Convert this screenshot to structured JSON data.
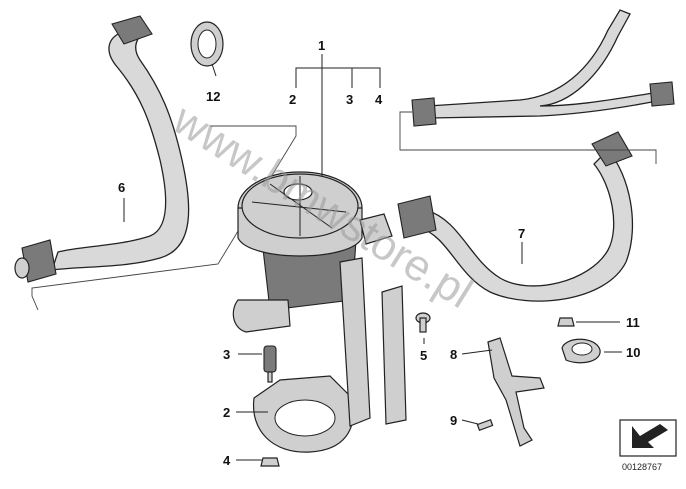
{
  "callouts": {
    "c1": "1",
    "c2a": "2",
    "c3a": "3",
    "c4a": "4",
    "c2b": "2",
    "c3b": "3",
    "c4b": "4",
    "c5": "5",
    "c6": "6",
    "c7": "7",
    "c8": "8",
    "c9": "9",
    "c10": "10",
    "c11": "11",
    "c12": "12"
  },
  "watermark": "www.bmwstore.pl",
  "reference_number": "00128767"
}
